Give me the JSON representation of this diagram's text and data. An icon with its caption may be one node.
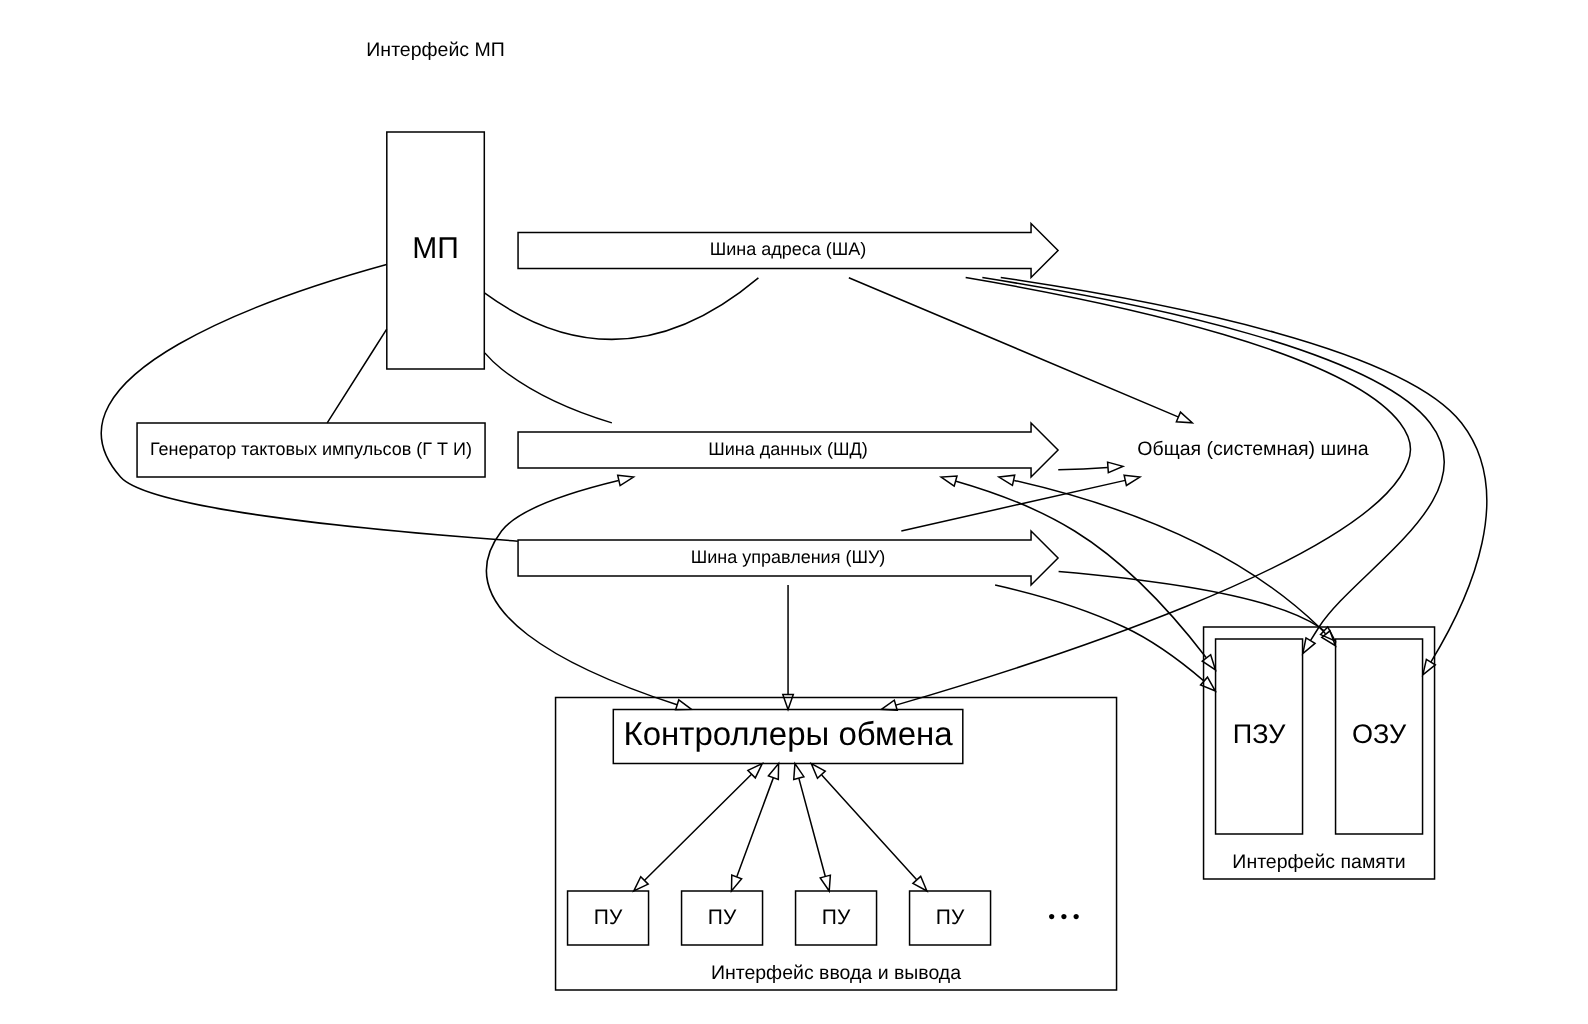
{
  "diagram": {
    "nodes": [
      {
        "text": [
          "МП"
        ]
      },
      {
        "text": [
          "Шина адреса (ША)"
        ]
      },
      {
        "text": [
          "Шина данных (ШД)"
        ]
      },
      {
        "text": [
          "Шина управления (ШУ)"
        ]
      },
      {
        "text": [
          "Общая (системная) шина"
        ]
      },
      {
        "text": [
          "Генератор тактовых импульсов (Г Т И)"
        ]
      },
      {
        "text": [
          "Интерфейс памяти"
        ]
      },
      {
        "text": [
          "ПЗУ"
        ],
        "in": 6
      },
      {
        "text": [
          "ОЗУ"
        ],
        "in": 6
      },
      {
        "text": [
          "Интерфейс ввода и вывода"
        ]
      },
      {
        "text": [
          "Контроллеры обмена"
        ],
        "in": 9
      },
      {
        "text": [
          "ПУ"
        ],
        "in": 9
      },
      {
        "text": [
          "ПУ"
        ],
        "in": 9
      },
      {
        "text": [
          "ПУ"
        ],
        "in": 9
      },
      {
        "text": [
          "ПУ"
        ],
        "in": 9
      }
    ],
    "edges": [
      {
        "from": 0,
        "to": 1,
        "arrow": "none"
      },
      {
        "from": 0,
        "to": 2,
        "arrow": "none"
      },
      {
        "from": 0,
        "to": 3,
        "arrow": "none"
      },
      {
        "from": 1,
        "to": 4,
        "arrow": "to"
      },
      {
        "from": 2,
        "to": 4,
        "arrow": "to"
      },
      {
        "from": 3,
        "to": 4,
        "arrow": "to"
      },
      {
        "from": 0,
        "to": 5,
        "arrow": "none"
      },
      {
        "from": 1,
        "to": 7,
        "arrow": "to"
      },
      {
        "from": 2,
        "to": 7,
        "arrow": "both"
      },
      {
        "from": 3,
        "to": 7,
        "arrow": "to"
      },
      {
        "from": 1,
        "to": 8,
        "arrow": "to"
      },
      {
        "from": 2,
        "to": 8,
        "arrow": "both"
      },
      {
        "from": 3,
        "to": 8,
        "arrow": "to"
      },
      {
        "from": 3,
        "to": 10,
        "arrow": "to"
      },
      {
        "from": 2,
        "to": 10,
        "arrow": "both"
      },
      {
        "from": 1,
        "to": 10,
        "arrow": "to"
      },
      {
        "from": 10,
        "to": 11,
        "arrow": "both"
      },
      {
        "from": 10,
        "to": 12,
        "arrow": "both"
      },
      {
        "from": 10,
        "to": 13,
        "arrow": "both"
      },
      {
        "from": 10,
        "to": 14,
        "arrow": "both"
      }
    ],
    "labels": [
      "Интерфейс МП",
      "• • •"
    ]
  }
}
